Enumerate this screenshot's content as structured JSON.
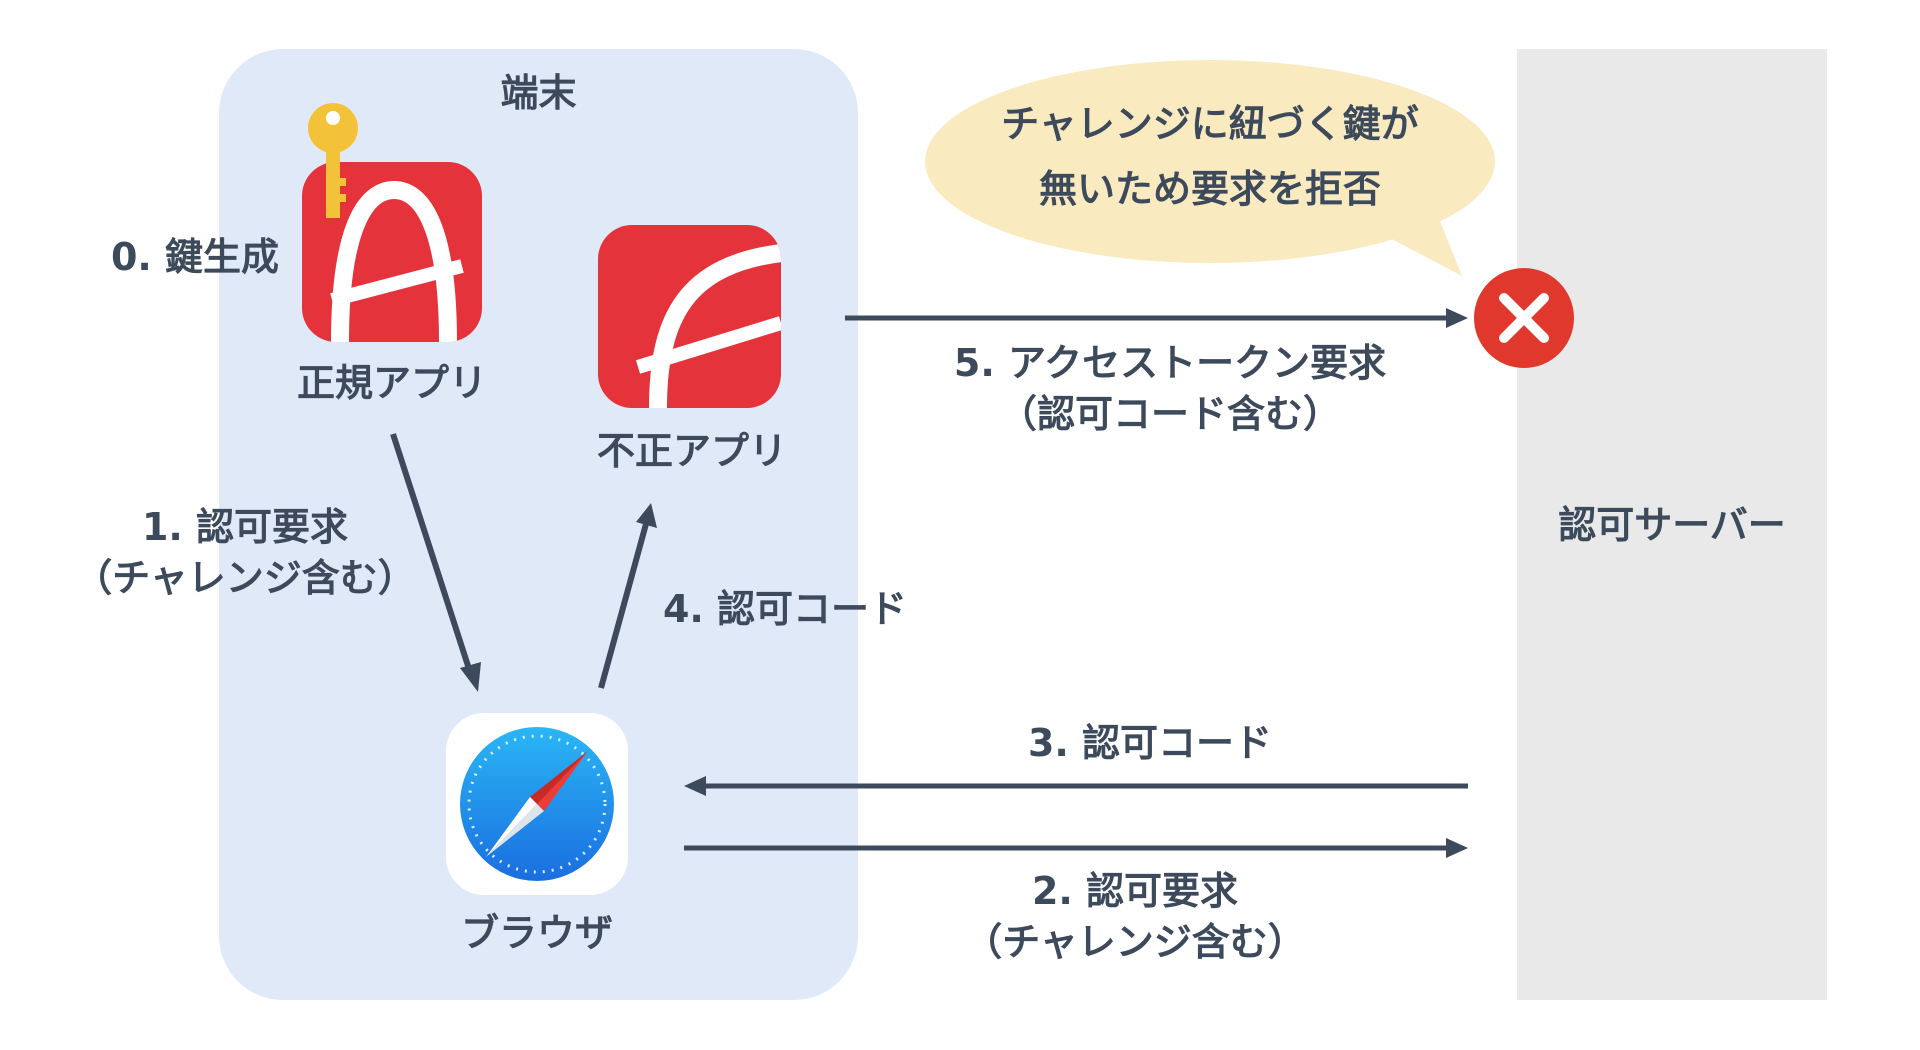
{
  "device": {
    "title": "端末"
  },
  "server": {
    "title": "認可サーバー"
  },
  "bubble": {
    "line1": "チャレンジに紐づく鍵が",
    "line2": "無いため要求を拒否"
  },
  "apps": {
    "legit": {
      "label": "正規アプリ",
      "icon": "A-app-icon"
    },
    "malicious": {
      "label": "不正アプリ",
      "icon": "A-app-icon"
    },
    "browser": {
      "label": "ブラウザ",
      "icon": "compass-icon"
    }
  },
  "steps": {
    "s0": {
      "label": "0. 鍵生成"
    },
    "s1": {
      "line1": "1. 認可要求",
      "line2": "（チャレンジ含む）"
    },
    "s2": {
      "line1": "2. 認可要求",
      "line2": "（チャレンジ含む）"
    },
    "s3": {
      "label": "3. 認可コード"
    },
    "s4": {
      "label": "4. 認可コード"
    },
    "s5": {
      "line1": "5. アクセストークン要求",
      "line2": "（認可コード含む）"
    }
  },
  "colors": {
    "device_bg": "#dfe9f8",
    "server_bg": "#e9e9e9",
    "bubble_bg": "#f9eac0",
    "app_red": "#e5333c",
    "arrow": "#3d4a5b",
    "reject": "#e0382c",
    "key": "#f4c239"
  }
}
